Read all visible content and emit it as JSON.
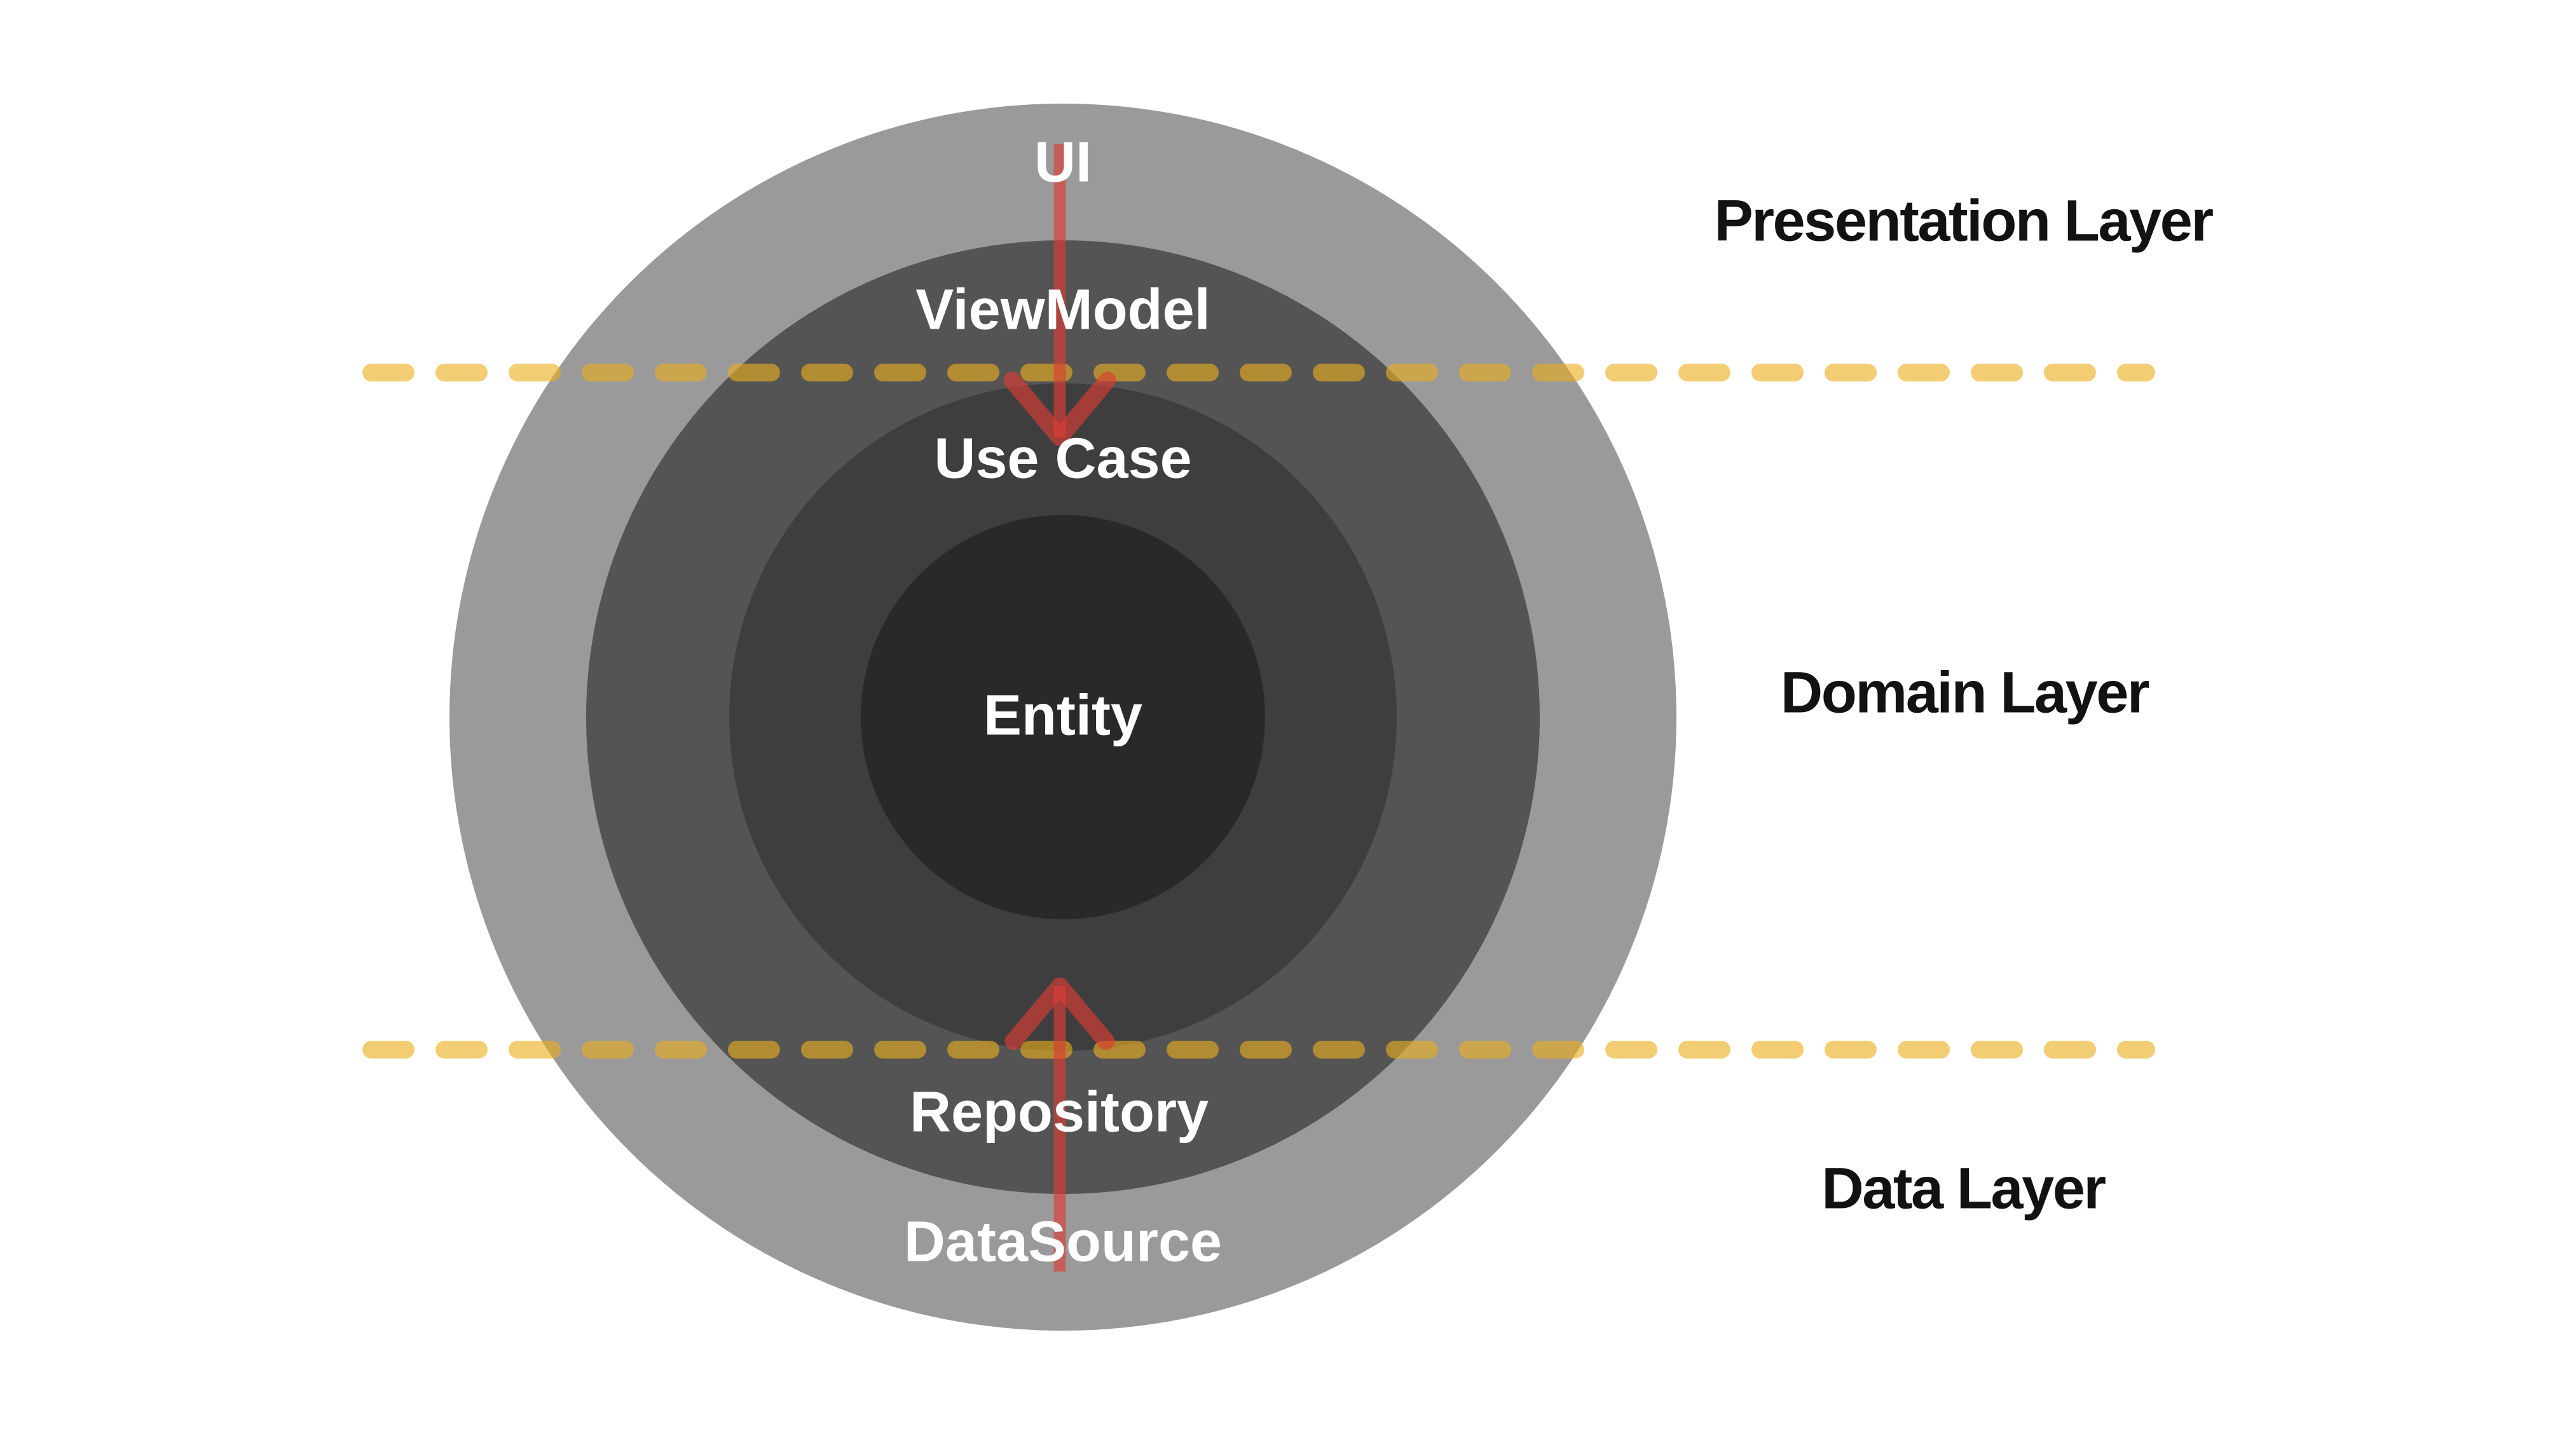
{
  "colors": {
    "background": "#FFFFFF",
    "ring_outer": "#9A9A9A",
    "ring_presentation": "#545454",
    "ring_domain": "#3E3E3E",
    "ring_entity": "#292929",
    "dashed_divider": "#ECAE1F",
    "arrow": "#DC3E34",
    "ring_label_text": "#FFFFFF",
    "layer_label_text": "#121212"
  },
  "rings": [
    {
      "label": "UI"
    },
    {
      "label": "ViewModel"
    },
    {
      "label": "Use Case"
    },
    {
      "label": "Entity"
    },
    {
      "label": "Repository"
    },
    {
      "label": "DataSource"
    }
  ],
  "layers": [
    {
      "label": "Presentation Layer"
    },
    {
      "label": "Domain Layer"
    },
    {
      "label": "Data Layer"
    }
  ]
}
